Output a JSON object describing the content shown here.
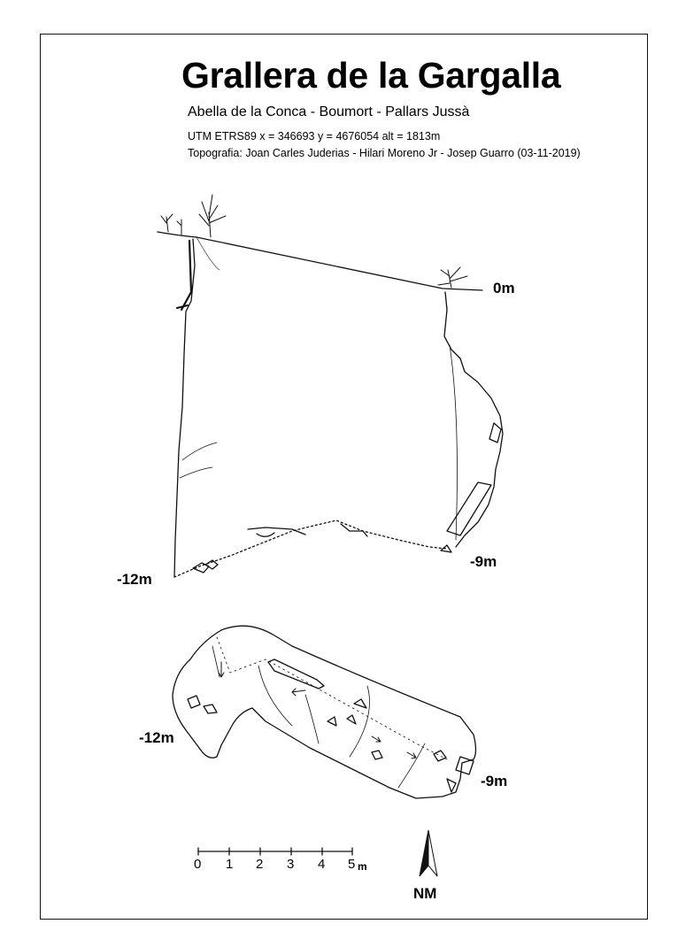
{
  "title": "Grallera de la Gargalla",
  "subtitle": "Abella de la Conca - Boumort - Pallars Jussà",
  "coords": "UTM ETRS89  x = 346693   y = 4676054   alt = 1813m",
  "topography": "Topografia: Joan Carles Juderias - Hilari Moreno Jr - Josep Guarro (03-11-2019)",
  "section_labels": {
    "top": "0m",
    "right_bottom": "-9m",
    "left_bottom": "-12m"
  },
  "plan_labels": {
    "left": "-12m",
    "right": "-9m"
  },
  "scale": {
    "ticks": [
      "0",
      "1",
      "2",
      "3",
      "4",
      "5"
    ],
    "unit": "m"
  },
  "north": {
    "label": "NM",
    "icon": "north-arrow-icon"
  }
}
